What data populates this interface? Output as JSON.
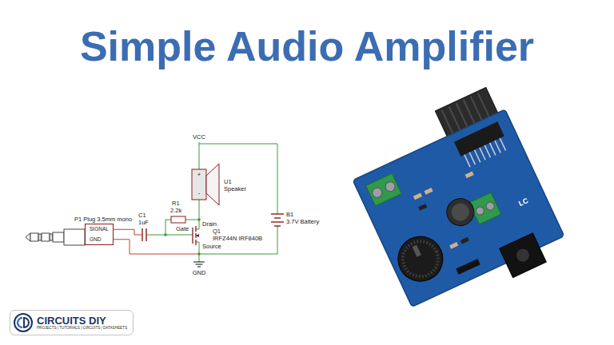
{
  "diagram": {
    "title": "Simple Audio Amplifier",
    "nodes": [
      {
        "text": [
          "P1 Plug 3.5mm mono",
          "SIGNAL",
          "GND"
        ]
      },
      {
        "text": [
          "CIRCUITS DIY",
          "PROJECTS | TUTORIALS | CIRCUITS | DATASHEETS"
        ]
      }
    ],
    "labels": [
      "VCC",
      "U1",
      "Speaker",
      "+",
      "-",
      "R1",
      "2.2k",
      "C1",
      "1uF",
      "Drain",
      "Gate",
      "Source",
      "Q1",
      "IRFZ44N IRF840B",
      "B1",
      "3.7V Battery",
      "GND",
      "LC"
    ]
  }
}
